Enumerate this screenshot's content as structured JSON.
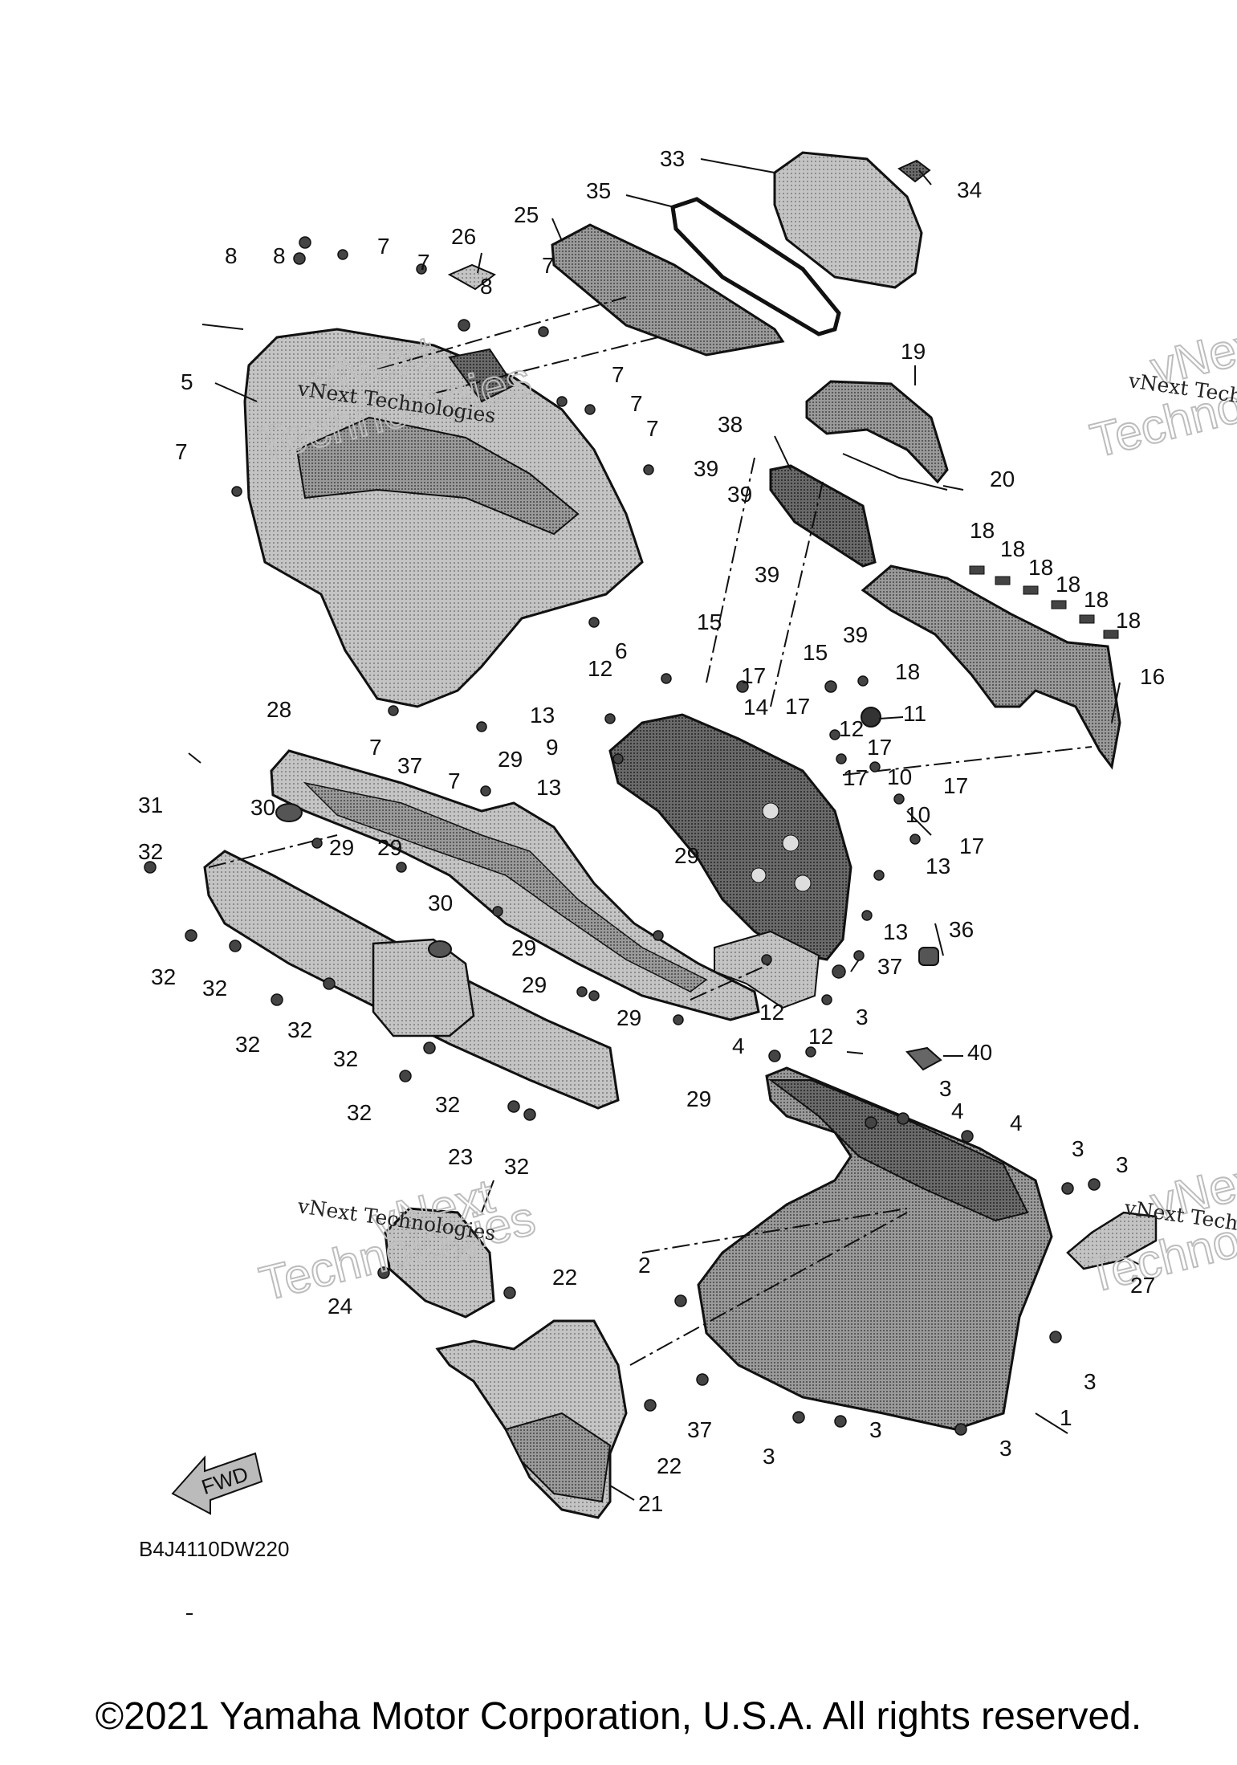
{
  "diagram": {
    "part_numbers": [
      "1",
      "2",
      "3",
      "4",
      "5",
      "6",
      "7",
      "8",
      "9",
      "10",
      "11",
      "12",
      "13",
      "14",
      "15",
      "16",
      "17",
      "18",
      "19",
      "20",
      "21",
      "22",
      "23",
      "24",
      "25",
      "26",
      "27",
      "28",
      "29",
      "30",
      "31",
      "32",
      "33",
      "34",
      "35",
      "36",
      "37",
      "38",
      "39",
      "40"
    ],
    "fwd_label": "FWD",
    "diagram_code": "B4J4110DW220",
    "watermark": {
      "company": "vNext Technologies",
      "word1": "vNext",
      "word2": "Technologies"
    }
  },
  "footer": {
    "copyright": "©2021 Yamaha Motor Corporation, U.S.A. All rights reserved."
  },
  "colors": {
    "part_fill_dark": "#555555",
    "part_fill_mid": "#8a8a8a",
    "part_fill_light": "#bdbdbd",
    "line": "#111111"
  }
}
